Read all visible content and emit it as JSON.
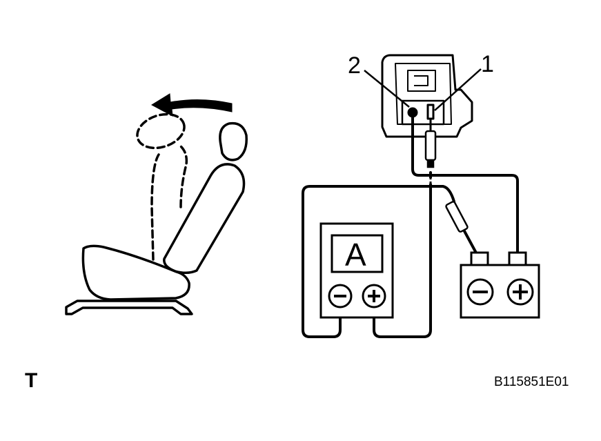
{
  "labels": {
    "pin_2": "2",
    "pin_1": "1",
    "ammeter_display": "A",
    "corner_mark": "T",
    "figure_code": "B115851E01"
  },
  "icons": {
    "seat": "seat-icon",
    "recline_arrow": "arrow-icon",
    "connector": "connector-icon",
    "ammeter": "ammeter-icon",
    "battery": "battery-icon"
  }
}
